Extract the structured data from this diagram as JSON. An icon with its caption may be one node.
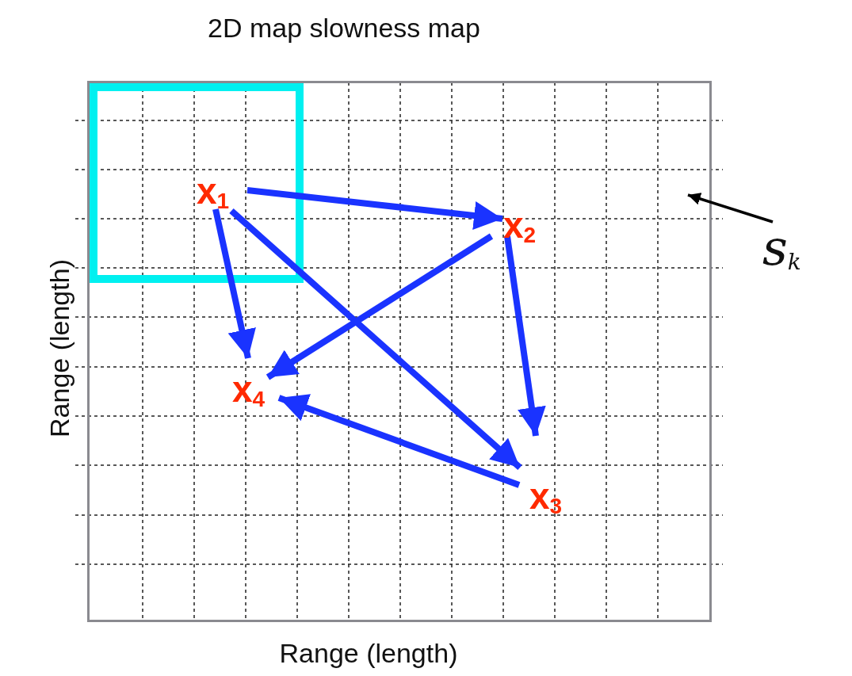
{
  "diagram": {
    "title": "2D map slowness map",
    "nodes": [
      {
        "text": [],
        "shape": "box"
      },
      {
        "text": [],
        "shape": "box",
        "in": 0
      },
      {
        "text": [
          "x$_{1}$"
        ],
        "in": 1
      },
      {
        "text": [
          "x$_{2}$"
        ],
        "in": 0
      },
      {
        "text": [
          "x$_{3}$"
        ],
        "in": 0
      },
      {
        "text": [
          "x$_{4}$"
        ],
        "in": 0
      },
      {
        "text": [
          "s$_{k}$"
        ]
      }
    ],
    "edges": [
      {
        "from": 2,
        "to": 3,
        "arrow": "to"
      },
      {
        "from": 2,
        "to": 5,
        "arrow": "to"
      },
      {
        "from": 2,
        "to": 4,
        "arrow": "to"
      },
      {
        "from": 3,
        "to": 5,
        "arrow": "to"
      },
      {
        "from": 3,
        "to": 4,
        "arrow": "to"
      },
      {
        "from": 4,
        "to": 5,
        "arrow": "to"
      },
      {
        "from": 6,
        "to": 0,
        "arrow": "to",
        "color": "#000000"
      }
    ],
    "labels": [
      "Range (length)",
      "Range (length)"
    ]
  }
}
